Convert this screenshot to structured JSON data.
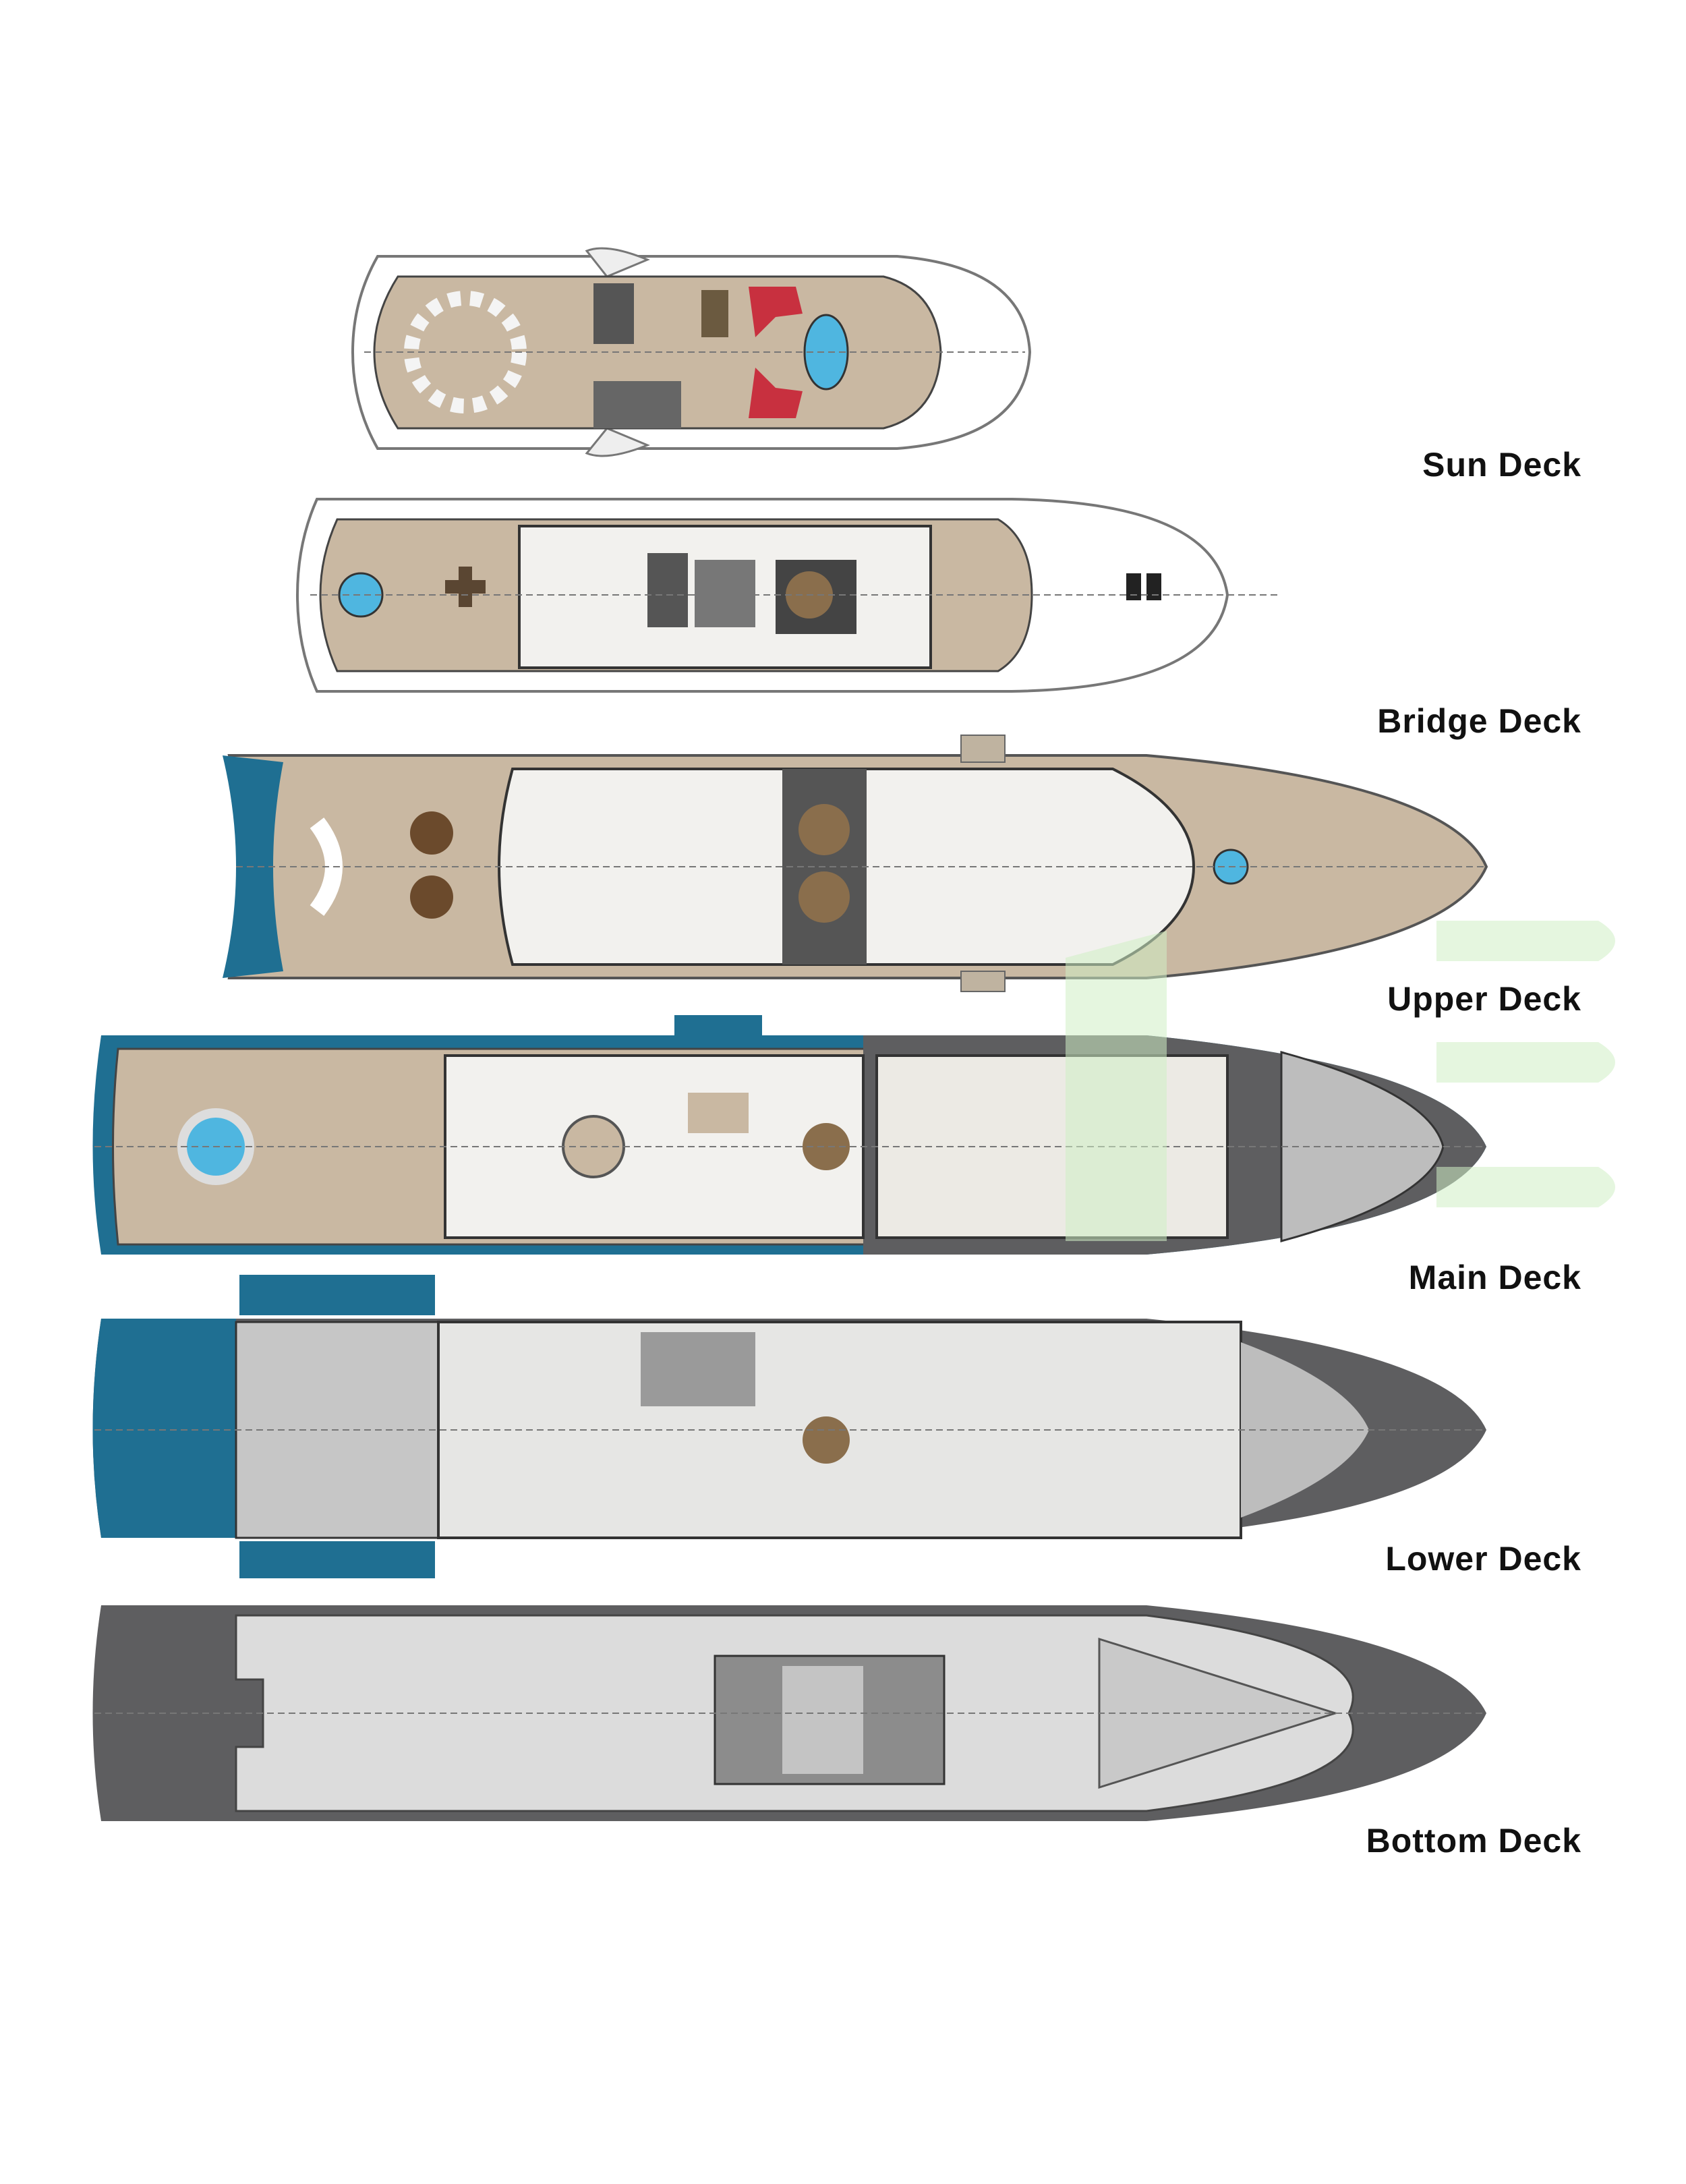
{
  "decks": [
    {
      "label": "Sun Deck"
    },
    {
      "label": "Bridge Deck"
    },
    {
      "label": "Upper Deck"
    },
    {
      "label": "Main Deck"
    },
    {
      "label": "Lower Deck"
    },
    {
      "label": "Bottom Deck"
    }
  ],
  "colors": {
    "teak": "#c9b8a2",
    "interior": "#f2f1ee",
    "hull_dark": "#5e5e60",
    "hull_blue": "#1f6f92",
    "pool": "#4fb6e0",
    "accent_red": "#c8303f",
    "watermark": "#cfeec4"
  }
}
